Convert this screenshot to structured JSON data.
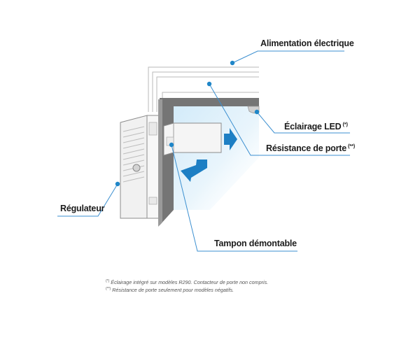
{
  "labels": {
    "power": "Alimentation électrique",
    "led": "Éclairage LED",
    "led_mark": "(*)",
    "heater": "Résistance de porte",
    "heater_mark": "(**)",
    "controller": "Régulateur",
    "plug": "Tampon démontable"
  },
  "footnotes": [
    {
      "mark": "(*)",
      "text": "Éclairage intégré sur modèles R290. Contacteur de porte non compris."
    },
    {
      "mark": "(**)",
      "text": "Résistance de porte seulement pour modèles négatifs."
    }
  ],
  "colors": {
    "accent": "#1f86c8",
    "leader_line": "#3b8fd0",
    "airflow_arrow": "#1d7fc4",
    "cold_zone": "#dff0fb",
    "wall": "#737373"
  }
}
